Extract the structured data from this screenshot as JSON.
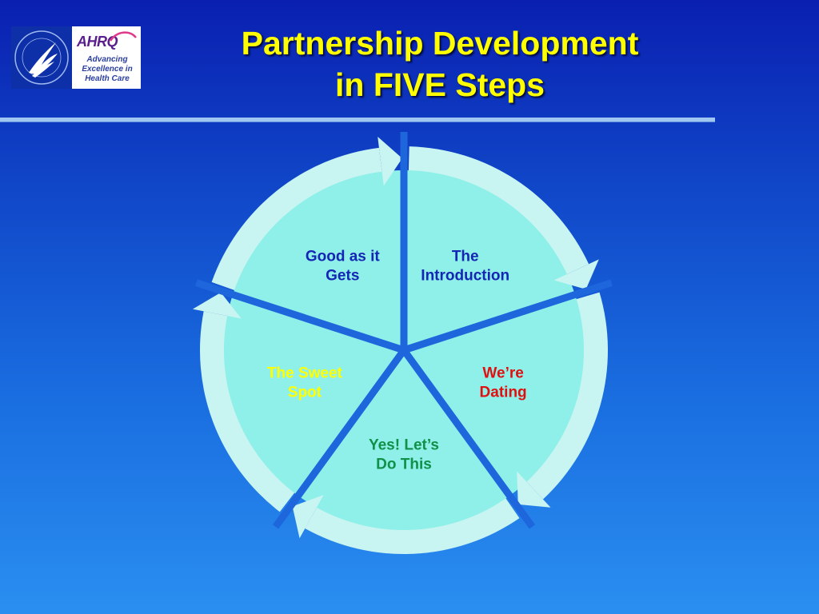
{
  "title": {
    "line1": "Partnership Development",
    "line2": "in FIVE Steps"
  },
  "logo": {
    "ahrq_name": "AHRQ",
    "ahrq_tagline": [
      "Advancing",
      "Excellence in",
      "Health Care"
    ],
    "seal_icon": "hhs-eagle-seal-icon"
  },
  "colors": {
    "title": "#ffff00",
    "segment_fill": "#8ef0e8",
    "ring": "#c8f4f2",
    "gap": "#1e66dc",
    "introduction": "#1426b4",
    "dating": "#e01010",
    "do_this": "#109048",
    "sweet_spot": "#ffff00",
    "good_as_it_gets": "#1426b4"
  },
  "steps": [
    {
      "lines": [
        "The",
        "Introduction"
      ]
    },
    {
      "lines": [
        "We’re",
        "Dating"
      ]
    },
    {
      "lines": [
        "Yes! Let’s",
        "Do This"
      ]
    },
    {
      "lines": [
        "The Sweet",
        "Spot"
      ]
    },
    {
      "lines": [
        "Good as it",
        "Gets"
      ]
    }
  ]
}
